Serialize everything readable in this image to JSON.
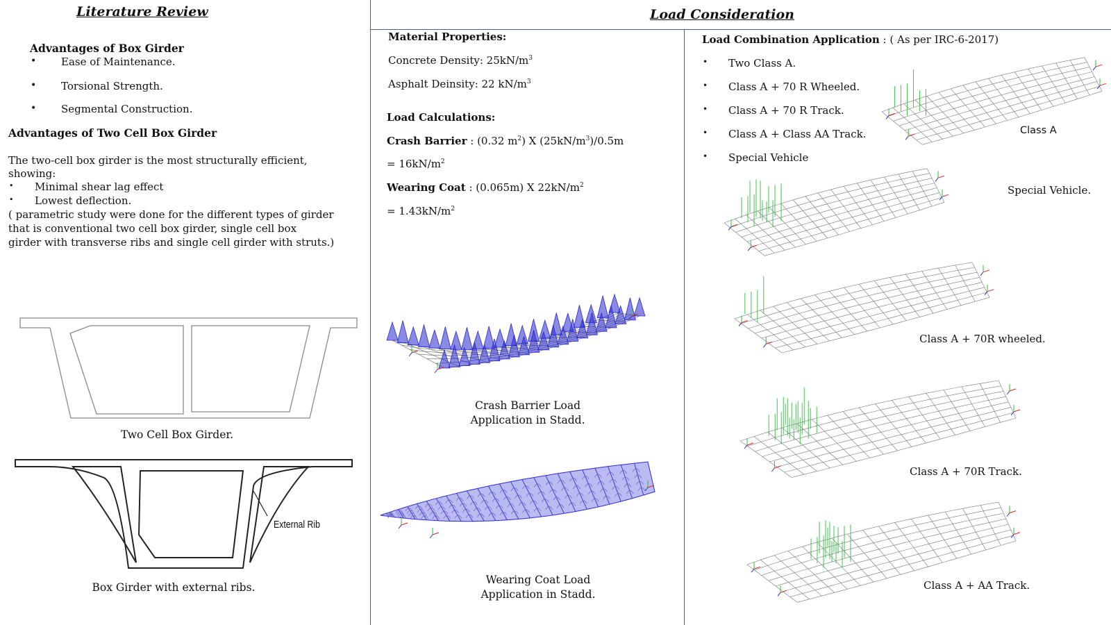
{
  "literature": {
    "heading": "Literature Review",
    "box_girder_heading": "Advantages of Box Girder",
    "box_girder_items": [
      "Ease of Maintenance.",
      "Torsional Strength.",
      "Segmental Construction."
    ],
    "two_cell_heading": "Advantages of Two Cell Box Girder",
    "two_cell_intro_1": "The two-cell box girder is the most structurally efficient,",
    "two_cell_intro_2": "showing:",
    "two_cell_items": [
      "Minimal shear lag effect",
      "Lowest deflection."
    ],
    "parametric_1": "( parametric study were done for the different types of girder",
    "parametric_2": "that is  conventional two cell box girder, single cell box",
    "parametric_3": "girder with transverse ribs and single cell girder with struts.)",
    "fig1_caption": "Two Cell Box Girder.",
    "fig2_label": "External Rib",
    "fig2_caption": "Box Girder with external ribs."
  },
  "load": {
    "heading": "Load Consideration",
    "material_heading": "Material Properties:",
    "concrete_density": "Concrete Density: 25kN/m",
    "asphalt_density": "Asphalt Deinsity: 22 kN/m",
    "cube_sup": "3",
    "sq_sup": "2",
    "calc_heading": "Load Calculations:",
    "crash_label": "Crash Barrier",
    "crash_formula_a": " : (0.32 m",
    "crash_formula_b": ") X (25kN/m",
    "crash_formula_c": ")/0.5m",
    "crash_result": "= 16kN/m",
    "wearing_label": "Wearing Coat",
    "wearing_formula": " : (0.065m) X 22kN/m",
    "wearing_result": "= 1.43kN/m",
    "crash_caption_1": "Crash Barrier Load",
    "crash_caption_2": "Application in Stadd.",
    "wearing_caption_1": "Wearing Coat  Load",
    "wearing_caption_2": "Application in Stadd."
  },
  "combination": {
    "heading": "Load Combination Application",
    "heading_suffix": " : ( As per IRC-6-2017)",
    "items": [
      "Two Class A.",
      "Class A + 70 R Wheeled.",
      "Class A + 70 R Track.",
      "Class A + Class AA Track.",
      "Special Vehicle"
    ],
    "captions": [
      "Class A",
      "Special Vehicle.",
      "Class A + 70R wheeled.",
      "Class A + 70R Track.",
      "Class A + AA Track."
    ]
  },
  "colors": {
    "divider": "#4a5f8a",
    "load_blue": "#2a2ad0",
    "support_green": "#2bbf3a",
    "support_red": "#e02020"
  }
}
